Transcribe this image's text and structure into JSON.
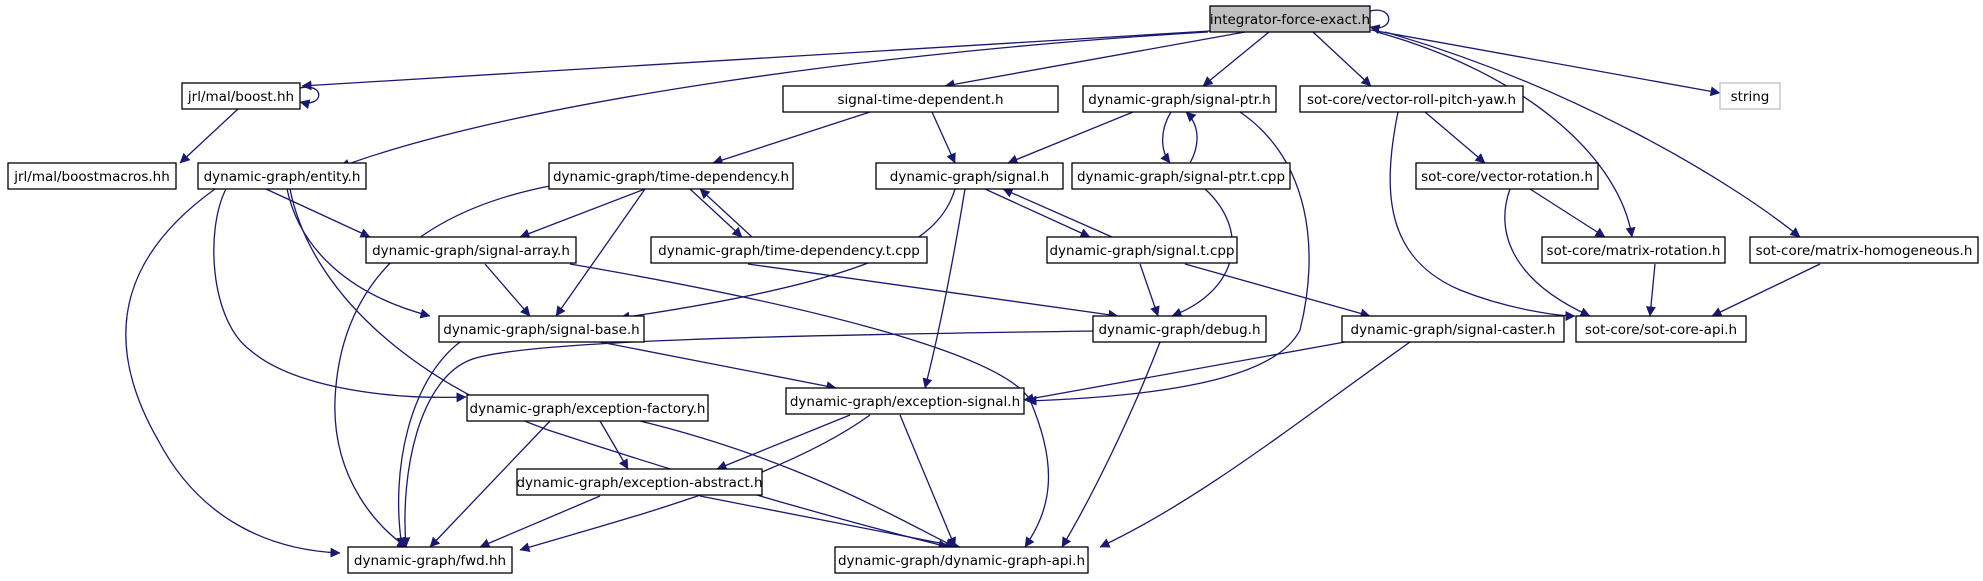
{
  "colors": {
    "edge": "#191970",
    "root_fill": "#bfbfbf",
    "node_border": "#000000",
    "external_border": "#bfbfbf"
  },
  "nodes": {
    "root": "integrator-force-exact.h",
    "boost": "jrl/mal/boost.hh",
    "boostmacros": "jrl/mal/boostmacros.hh",
    "entity": "dynamic-graph/entity.h",
    "std": "signal-time-dependent.h",
    "timedep": "dynamic-graph/time-dependency.h",
    "timedept": "dynamic-graph/time-dependency.t.cpp",
    "sigarray": "dynamic-graph/signal-array.h",
    "sigbase": "dynamic-graph/signal-base.h",
    "excfactory": "dynamic-graph/exception-factory.h",
    "excabstract": "dynamic-graph/exception-abstract.h",
    "fwd": "dynamic-graph/fwd.hh",
    "sigptr": "dynamic-graph/signal-ptr.h",
    "sigptrt": "dynamic-graph/signal-ptr.t.cpp",
    "signal": "dynamic-graph/signal.h",
    "signalt": "dynamic-graph/signal.t.cpp",
    "debug": "dynamic-graph/debug.h",
    "excsignal": "dynamic-graph/exception-signal.h",
    "api": "dynamic-graph/dynamic-graph-api.h",
    "caster": "dynamic-graph/signal-caster.h",
    "vrpy": "sot-core/vector-roll-pitch-yaw.h",
    "vrot": "sot-core/vector-rotation.h",
    "mrot": "sot-core/matrix-rotation.h",
    "mhom": "sot-core/matrix-homogeneous.h",
    "sotapi": "sot-core/sot-core-api.h",
    "string": "string"
  }
}
